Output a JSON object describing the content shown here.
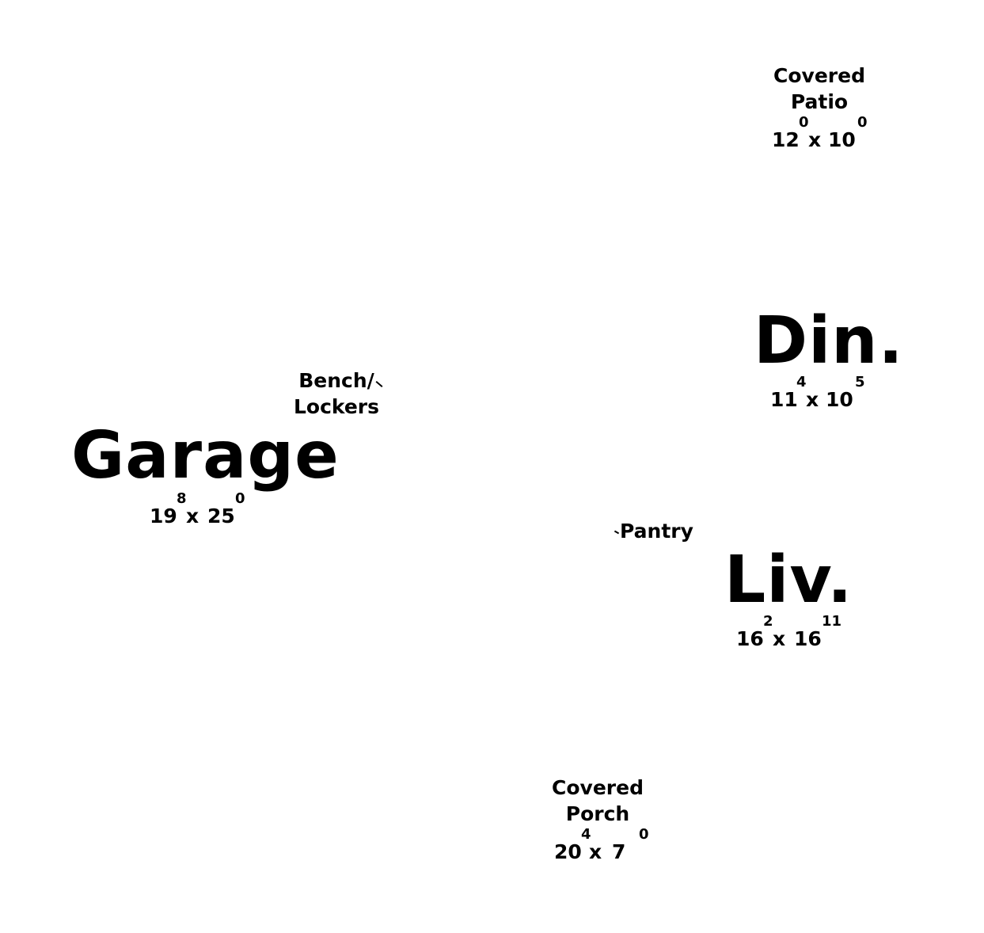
{
  "rooms": {
    "covered_patio": {
      "name_line1": "Covered",
      "name_line2": "Patio",
      "dim_a": "12",
      "dim_a_sup": "0",
      "x": "x",
      "dim_b": "10",
      "dim_b_sup": "0"
    },
    "dining": {
      "name": "Din.",
      "dim_a": "11",
      "dim_a_sup": "4",
      "x": "x",
      "dim_b": "10",
      "dim_b_sup": "5"
    },
    "bench_lockers": {
      "name_line1": "Bench/",
      "name_line2": "Lockers"
    },
    "garage": {
      "name": "Garage",
      "dim_a": "19",
      "dim_a_sup": "8",
      "x": "x",
      "dim_b": "25",
      "dim_b_sup": "0"
    },
    "pantry": {
      "name": "Pantry"
    },
    "living": {
      "name": "Liv.",
      "dim_a": "16",
      "dim_a_sup": "2",
      "x": "x",
      "dim_b": "16",
      "dim_b_sup": "11"
    },
    "covered_porch": {
      "name_line1": "Covered",
      "name_line2": "Porch",
      "dim_a": "20",
      "dim_a_sup": "4",
      "x": "x",
      "dim_b": "7",
      "dim_b_sup": "0"
    }
  }
}
